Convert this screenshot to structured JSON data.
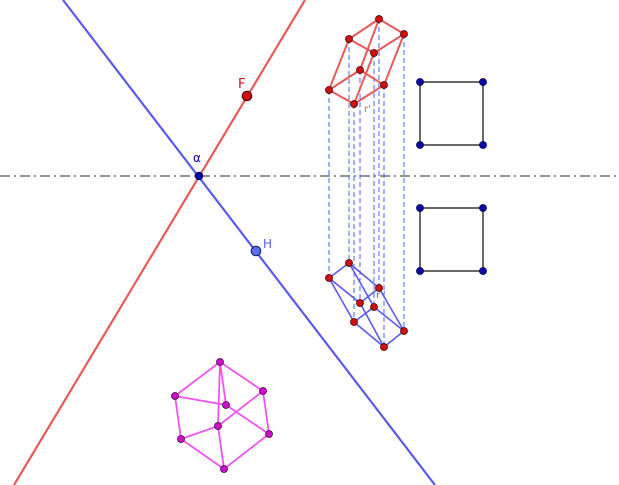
{
  "labels": {
    "F": "F",
    "H": "H",
    "alpha": "α",
    "r_prime": "r'",
    "r_double_prime": "r''"
  },
  "colors": {
    "red": "#e85a5a",
    "red_point": "#d01010",
    "blue": "#5555ee",
    "blue_point": "#0a0aa8",
    "magenta": "#ee55ee",
    "magenta_point": "#cc10cc",
    "axis": "#555555",
    "black": "#444444",
    "dashed": "#4466ff"
  }
}
